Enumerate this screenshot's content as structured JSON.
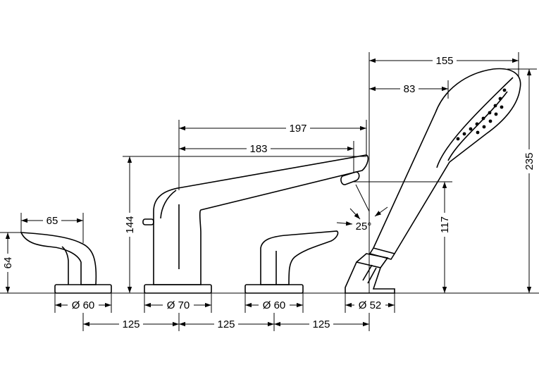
{
  "dimensions": {
    "d_155": "155",
    "d_83": "83",
    "d_197": "197",
    "d_183": "183",
    "d_235": "235",
    "d_144": "144",
    "d_117": "117",
    "d_65": "65",
    "d_64": "64",
    "d_25deg": "25°",
    "d_dia60_left": "Ø 60",
    "d_dia70": "Ø 70",
    "d_dia60_right": "Ø 60",
    "d_dia52": "Ø 52",
    "d_125_a": "125",
    "d_125_b": "125",
    "d_125_c": "125"
  }
}
